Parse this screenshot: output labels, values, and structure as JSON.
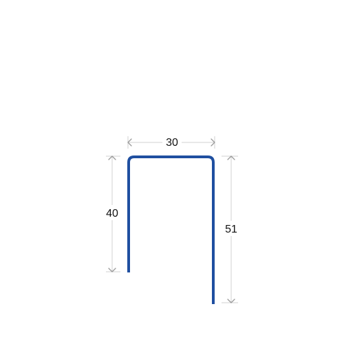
{
  "profile": {
    "stroke_color": "#1f4fa0"
  },
  "dimensions": {
    "width": {
      "label": "30"
    },
    "left_height": {
      "label": "40"
    },
    "right_height": {
      "label": "51"
    }
  },
  "colors": {
    "dimension_line": "#d0d0d0",
    "arrowhead": "#9a9a9a",
    "text": "#111111",
    "background": "#ffffff"
  }
}
